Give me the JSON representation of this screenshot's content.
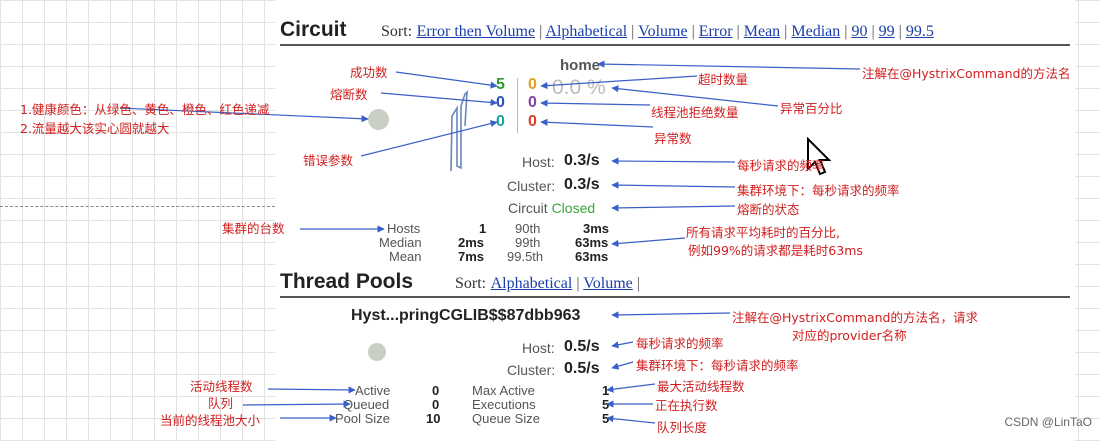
{
  "circuit": {
    "title": "Circuit",
    "sort_label": "Sort:",
    "sort_options": [
      "Error then Volume",
      "Alphabetical",
      "Volume",
      "Error",
      "Mean",
      "Median",
      "90",
      "99",
      "99.5"
    ],
    "command_name": "home",
    "success_count": "5",
    "short_circuited_count": "0",
    "bad_request_count": "0",
    "timeout_count": "0",
    "rejected_count": "0",
    "failure_count": "0",
    "error_percentage": "0.0 %",
    "host_label": "Host:",
    "host_rate": "0.3/s",
    "cluster_label": "Cluster:",
    "cluster_rate": "0.3/s",
    "circuit_label": "Circuit",
    "circuit_status": "Closed",
    "stats": {
      "hosts_label": "Hosts",
      "hosts_value": "1",
      "median_label": "Median",
      "median_value": "2ms",
      "mean_label": "Mean",
      "mean_value": "7ms",
      "p90_label": "90th",
      "p90_value": "3ms",
      "p99_label": "99th",
      "p99_value": "63ms",
      "p995_label": "99.5th",
      "p995_value": "63ms"
    }
  },
  "thread_pools": {
    "title": "Thread Pools",
    "sort_label": "Sort:",
    "sort_options": [
      "Alphabetical",
      "Volume"
    ],
    "pool_name": "Hyst...pringCGLIB$$87dbb963",
    "host_label": "Host:",
    "host_rate": "0.5/s",
    "cluster_label": "Cluster:",
    "cluster_rate": "0.5/s",
    "stats": {
      "active_label": "Active",
      "active_value": "0",
      "queued_label": "Queued",
      "queued_value": "0",
      "pool_size_label": "Pool Size",
      "pool_size_value": "10",
      "max_active_label": "Max Active",
      "max_active_value": "1",
      "executions_label": "Executions",
      "executions_value": "5",
      "queue_size_label": "Queue Size",
      "queue_size_value": "5"
    }
  },
  "annotations": {
    "health_color": "1.健康颜色：从绿色、黄色、橙色、红色递减",
    "traffic_size": "2.流量越大该实心圆就越大",
    "success": "成功数",
    "short_circuited": "熔断数",
    "bad_request": "错误参数",
    "timeout": "超时数量",
    "rejected": "线程池拒绝数量",
    "failure": "异常数",
    "command_note": "注解在@HystrixCommand的方法名",
    "error_pct": "异常百分比",
    "host_rate": "每秒请求的频率",
    "cluster_rate": "集群环境下：每秒请求的频率",
    "circuit_state": "熔断的状态",
    "cluster_hosts": "集群的台数",
    "latency_line1": "所有请求平均耗时的百分比,",
    "latency_line2": "例如99%的请求都是耗时63ms",
    "pool_note_line1": "注解在@HystrixCommand的方法名，请求",
    "pool_note_line2": "对应的provider名称",
    "pool_host_rate": "每秒请求的频率",
    "pool_cluster_rate": "集群环境下：每秒请求的频率",
    "active_threads": "活动线程数",
    "queue": "队列",
    "pool_size": "当前的线程池大小",
    "max_active": "最大活动线程数",
    "executing": "正在执行数",
    "queue_length": "队列长度"
  },
  "watermark": "CSDN @LinTaO",
  "colors": {
    "success": "#2e9a2e",
    "short_circuited": "#2a4fb0",
    "bad_request": "#19a6a0",
    "timeout": "#e0a020",
    "rejected": "#8a3fa8",
    "failure": "#d94030",
    "closed": "#3aa63a",
    "annotation": "#d12020",
    "link": "#1a3fa8"
  }
}
